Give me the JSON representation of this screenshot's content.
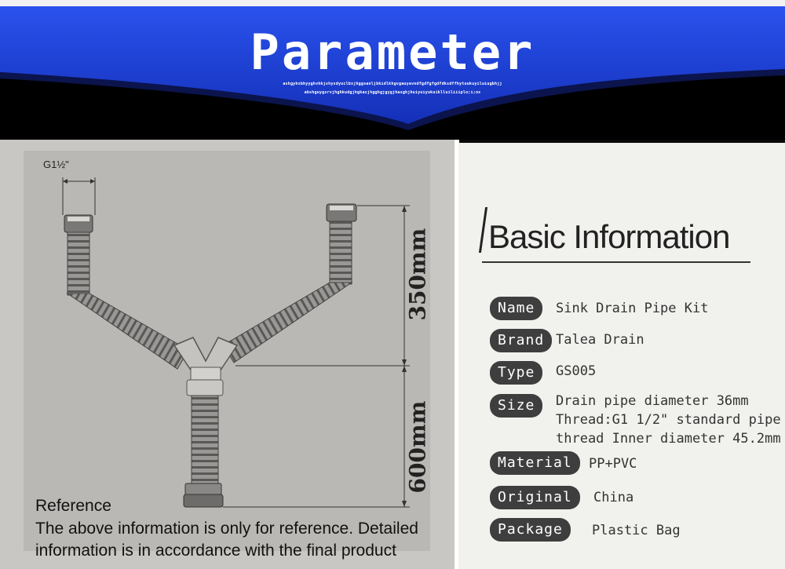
{
  "header": {
    "title": "Parameter",
    "subtext_1": "ashgyhxbhyyghvhkjshysdyuclbxjhggsanljbkidlkhgvgauyavndfgdfgfgdfdksdffhytuukuyiluiugbhjj",
    "subtext_2": "abshguygsrvjhghkudgjhgkasjhgghgjgygjhasghjhuiyuiyukuiklluiliiiplo;i;os"
  },
  "diagram": {
    "thread_label": "G1½\"",
    "dim_upper": "350mm",
    "dim_lower": "600mm"
  },
  "reference": {
    "title": "Reference",
    "line_1": "The above information is only for reference. Detailed",
    "line_2": "information is in accordance with the final product"
  },
  "basic_info": {
    "title": "Basic Information",
    "rows": [
      {
        "label": "Name",
        "value_lines": [
          "Sink Drain Pipe Kit"
        ]
      },
      {
        "label": "Brand",
        "value_lines": [
          "Talea Drain"
        ]
      },
      {
        "label": "Type",
        "value_lines": [
          "GS005"
        ]
      },
      {
        "label": "Size",
        "value_lines": [
          "Drain pipe diameter 36mm",
          "Thread:G1 1/2\"  standard pipe",
          "thread  Inner diameter 45.2mm"
        ]
      },
      {
        "label": "Material",
        "value_lines": [
          "PP+PVC"
        ]
      },
      {
        "label": "Original",
        "value_lines": [
          "China"
        ]
      },
      {
        "label": "Package",
        "value_lines": [
          "Plastic Bag"
        ]
      }
    ]
  },
  "colors": {
    "banner_blue": "#1d3fd6",
    "label_bg": "#3e3e3e"
  }
}
